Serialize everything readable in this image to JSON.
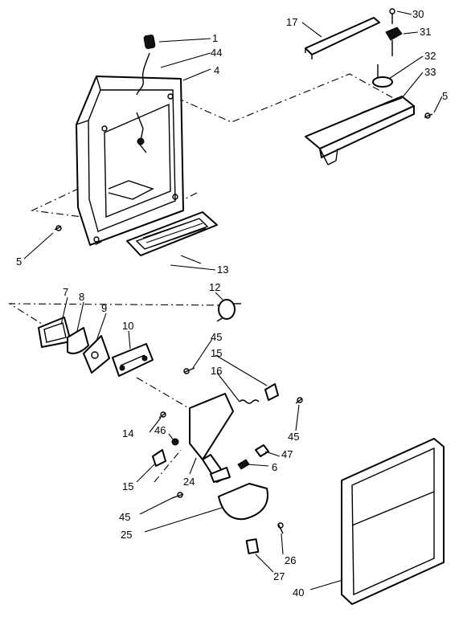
{
  "diagram": {
    "callouts": {
      "c1": "1",
      "c44": "44",
      "c4": "4",
      "c17": "17",
      "c30": "30",
      "c31": "31",
      "c32": "32",
      "c33": "33",
      "c5a": "5",
      "c5b": "5",
      "c13": "13",
      "c12": "12",
      "c7": "7",
      "c8": "8",
      "c9": "9",
      "c10": "10",
      "c45a": "45",
      "c15a": "15",
      "c16": "16",
      "c14": "14",
      "c46": "46",
      "c45b": "45",
      "c47": "47",
      "c6": "6",
      "c15b": "15",
      "c24": "24",
      "c45c": "45",
      "c25": "25",
      "c26": "26",
      "c27": "27",
      "c40": "40"
    }
  }
}
